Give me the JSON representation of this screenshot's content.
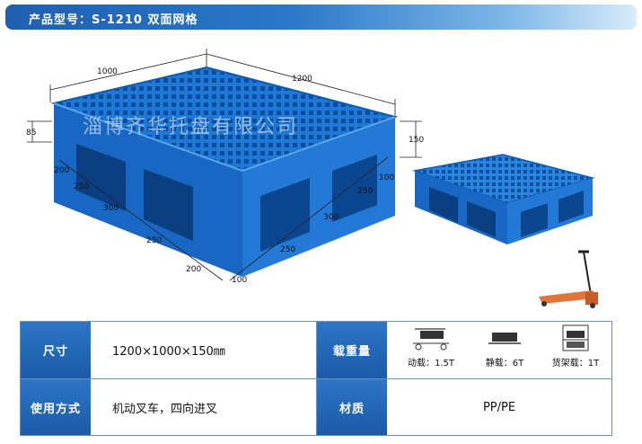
{
  "header": {
    "title": "产品型号：S-1210  双面网格"
  },
  "dimensions": {
    "top_left": "1000",
    "top_right": "1200",
    "height_left": "85",
    "height_right": "150",
    "left_segments": [
      "200",
      "250",
      "300",
      "250",
      "200",
      "100"
    ],
    "right_segments": [
      "100",
      "250",
      "300",
      "250"
    ]
  },
  "watermark": "淄博齐华托盘有限公司",
  "colors": {
    "pallet": "#1a6fd0",
    "header": "#2a78c8",
    "label": "#2268b8"
  },
  "specs": {
    "size_label": "尺寸",
    "size_value": "1200×1000×150㎜",
    "load_label": "载重量",
    "usage_label": "使用方式",
    "usage_value": "机动叉车，四向进叉",
    "material_label": "材质",
    "material_value": "PP/PE",
    "loads": [
      {
        "label": "动载：1.5T",
        "icon": "dynamic-load-icon"
      },
      {
        "label": "静载：6T",
        "icon": "static-load-icon"
      },
      {
        "label": "货架载：1T",
        "icon": "rack-load-icon"
      }
    ]
  }
}
